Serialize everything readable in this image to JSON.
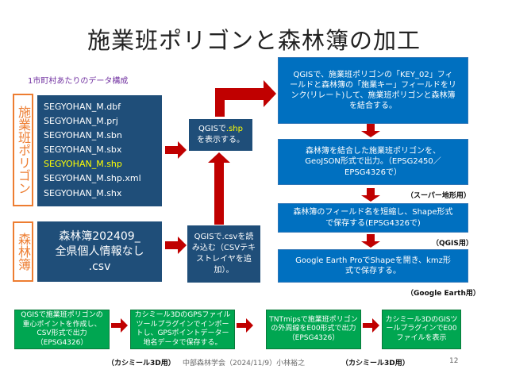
{
  "title": "施業班ポリゴンと森林簿の加工",
  "subtitle": "1市町村あたりのデータ構成",
  "labels": {
    "polygon": "施業班ポリゴン",
    "forest": "森林簿"
  },
  "files": [
    {
      "name": "SEGYOHAN_M.dbf",
      "highlight": false
    },
    {
      "name": "SEGYOHAN_M.prj",
      "highlight": false
    },
    {
      "name": "SEGYOHAN_M.sbn",
      "highlight": false
    },
    {
      "name": "SEGYOHAN_M.sbx",
      "highlight": false
    },
    {
      "name": "SEGYOHAN_M.shp",
      "highlight": true
    },
    {
      "name": "SEGYOHAN_M.shp.xml",
      "highlight": false
    },
    {
      "name": "SEGYOHAN_M.shx",
      "highlight": false
    }
  ],
  "csv": {
    "line1": "森林簿202409_",
    "line2": "全県個人情報なし",
    "line3": ".csv"
  },
  "qgis_shp": {
    "prefix": "QGISで",
    "ext": ".shp",
    "suffix": "を表示する。"
  },
  "qgis_csv": "QGISで.csvを読み込む（CSVテキストレイヤを追加）。",
  "steps": [
    "QGISで、施業班ポリゴンの「KEY_02」フィールドと森林簿の「施業キー」フィールドをリンク(リレート)して、施業班ポリゴンと森林簿を結合する。",
    "森林簿を結合した施業班ポリゴンを、GeoJSON形式で出力。（EPSG2450／EPSG4326で）",
    "森林簿のフィールド名を短縮し、Shape形式で保存する(EPSG4326で)",
    "Google Earth ProでShapeを開き、kmz形式で保存する。"
  ],
  "notes": {
    "supermap": "（スーパー地形用）",
    "qgis": "（QGIS用）",
    "google": "（Google Earth用）",
    "kashmir1": "（カシミール3D用）",
    "kashmir2": "（カシミール3D用）"
  },
  "bottom_steps": [
    "QGISで施業班ポリゴンの重心ポイントを作成し、CSV形式で出力（EPSG4326）",
    "カシミール3DのGPSファイルツールプラグインでインポートし、GPSポイントデーター地名データで保存する。",
    "TNTmipsで施業班ポリゴンの外周線をE00形式で出力（EPSG4326）",
    "カシミール3DのGISツールプラグインでE00ファイルを表示"
  ],
  "footer": {
    "text": "中部森林学会（2024/11/9）小林裕之",
    "page": "12"
  },
  "colors": {
    "arrow": "#c00000",
    "dark_box": "#1f4e79",
    "blue_box": "#0070c0",
    "green_box": "#00a651",
    "label_border": "#ed7d31",
    "highlight": "#ffff00"
  }
}
